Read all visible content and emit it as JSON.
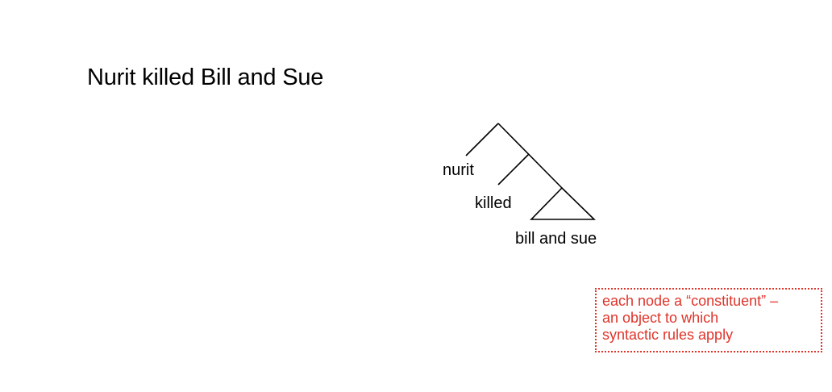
{
  "sentence": "Nurit killed Bill and Sue",
  "tree": {
    "leaves": [
      "nurit",
      "killed",
      "bill and sue"
    ]
  },
  "note": {
    "lines": [
      "each node a “constituent” –",
      "an object to which",
      "syntactic rules apply"
    ]
  },
  "colors": {
    "note": "#e0342a",
    "tree": "#000000"
  }
}
